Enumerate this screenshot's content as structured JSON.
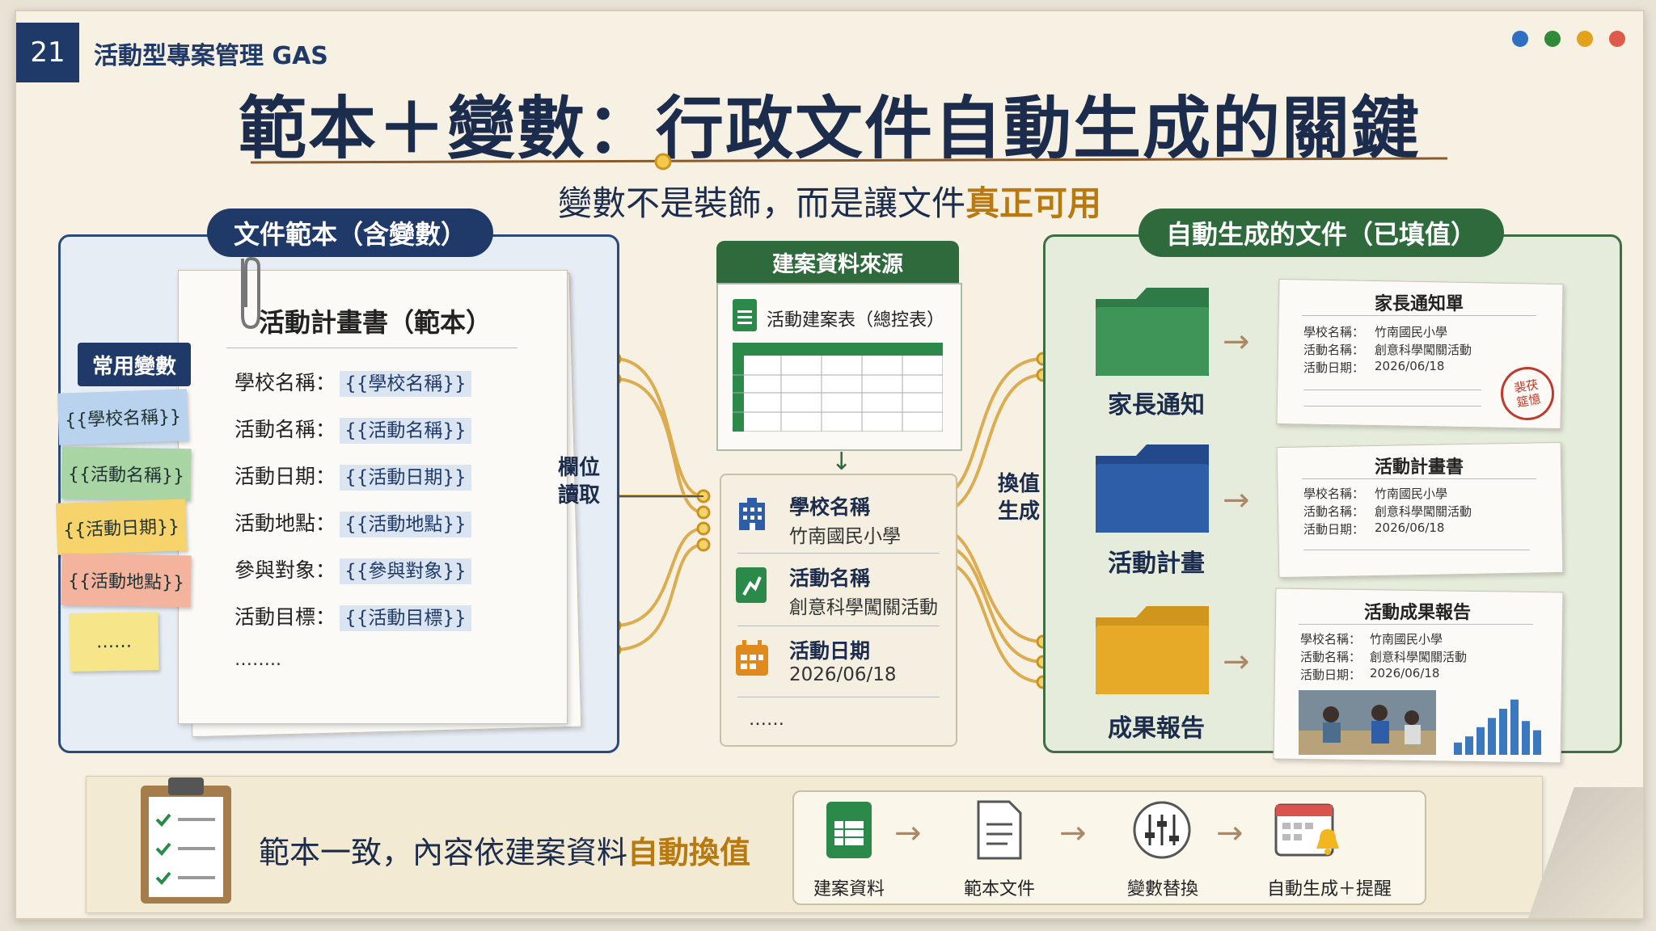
{
  "header": {
    "slide_number": "21",
    "course": "活動型專案管理 GAS",
    "dot_colors": [
      "#2f6fc4",
      "#2f8a3a",
      "#e3a21a",
      "#e05a4b"
    ]
  },
  "title": "範本＋變數：行政文件自動生成的關鍵",
  "subtitle": {
    "prefix": "變數不是裝飾，而是讓文件",
    "highlight": "真正可用"
  },
  "template_panel": {
    "pill": "文件範本（含變數）",
    "doc_title": "活動計畫書（範本）",
    "rows": [
      {
        "label": "學校名稱：",
        "value": "{{學校名稱}}"
      },
      {
        "label": "活動名稱：",
        "value": "{{活動名稱}}"
      },
      {
        "label": "活動日期：",
        "value": "{{活動日期}}"
      },
      {
        "label": "活動地點：",
        "value": "{{活動地點}}"
      },
      {
        "label": "參與對象：",
        "value": "{{參與對象}}"
      },
      {
        "label": "活動目標：",
        "value": "{{活動目標}}"
      }
    ],
    "ellipsis": "……..",
    "vars_badge": "常用變數",
    "stickies": [
      {
        "text": "{{學校名稱}}",
        "color": "#b9d3ee"
      },
      {
        "text": "{{活動名稱}}",
        "color": "#a9d4a3"
      },
      {
        "text": "{{活動日期}}",
        "color": "#f6d36b"
      },
      {
        "text": "{{活動地點}}",
        "color": "#f4b39c"
      },
      {
        "text": "……",
        "color": "#f7e58a"
      }
    ]
  },
  "field_read": "欄位\n讀取",
  "value_replace": "換值\n生成",
  "source": {
    "pill": "建案資料來源",
    "sheet_label": "活動建案表（總控表）",
    "items": [
      {
        "title": "學校名稱",
        "value": "竹南國民小學",
        "icon": "building-icon"
      },
      {
        "title": "活動名稱",
        "value": "創意科學闖關活動",
        "icon": "activity-icon"
      },
      {
        "title": "活動日期",
        "value": "2026/06/18",
        "icon": "calendar-icon"
      }
    ],
    "ellipsis": "……"
  },
  "output_panel": {
    "pill": "自動生成的文件（已填值）",
    "categories": [
      {
        "label": "家長通知",
        "folder_color": "#2f7a46"
      },
      {
        "label": "活動計畫",
        "folder_color": "#2f5ea8"
      },
      {
        "label": "成果報告",
        "folder_color": "#e7a928"
      }
    ],
    "docs": [
      {
        "title": "家長通知單",
        "fields": [
          {
            "k": "學校名稱：",
            "v": "竹南國民小學"
          },
          {
            "k": "活動名稱：",
            "v": "創意科學闖關活動"
          },
          {
            "k": "活動日期：",
            "v": "2026/06/18"
          }
        ],
        "stamp": "裴茯\n筵憶"
      },
      {
        "title": "活動計畫書",
        "fields": [
          {
            "k": "學校名稱：",
            "v": "竹南國民小學"
          },
          {
            "k": "活動名稱：",
            "v": "創意科學闖關活動"
          },
          {
            "k": "活動日期：",
            "v": "2026/06/18"
          }
        ]
      },
      {
        "title": "活動成果報告",
        "fields": [
          {
            "k": "學校名稱：",
            "v": "竹南國民小學"
          },
          {
            "k": "活動名稱：",
            "v": "創意科學闖關活動"
          },
          {
            "k": "活動日期：",
            "v": "2026/06/18"
          }
        ]
      }
    ],
    "report_bars": [
      0.2,
      0.3,
      0.45,
      0.6,
      0.75,
      0.9,
      0.55,
      0.4
    ]
  },
  "bottom": {
    "message_prefix": "範本一致，內容依建案資料",
    "message_highlight": "自動換值",
    "steps": [
      {
        "label": "建案資料",
        "icon": "sheet-icon"
      },
      {
        "label": "範本文件",
        "icon": "document-icon"
      },
      {
        "label": "變數替換",
        "icon": "sliders-icon"
      },
      {
        "label": "自動生成＋提醒",
        "icon": "calendar-bell-icon"
      }
    ]
  }
}
